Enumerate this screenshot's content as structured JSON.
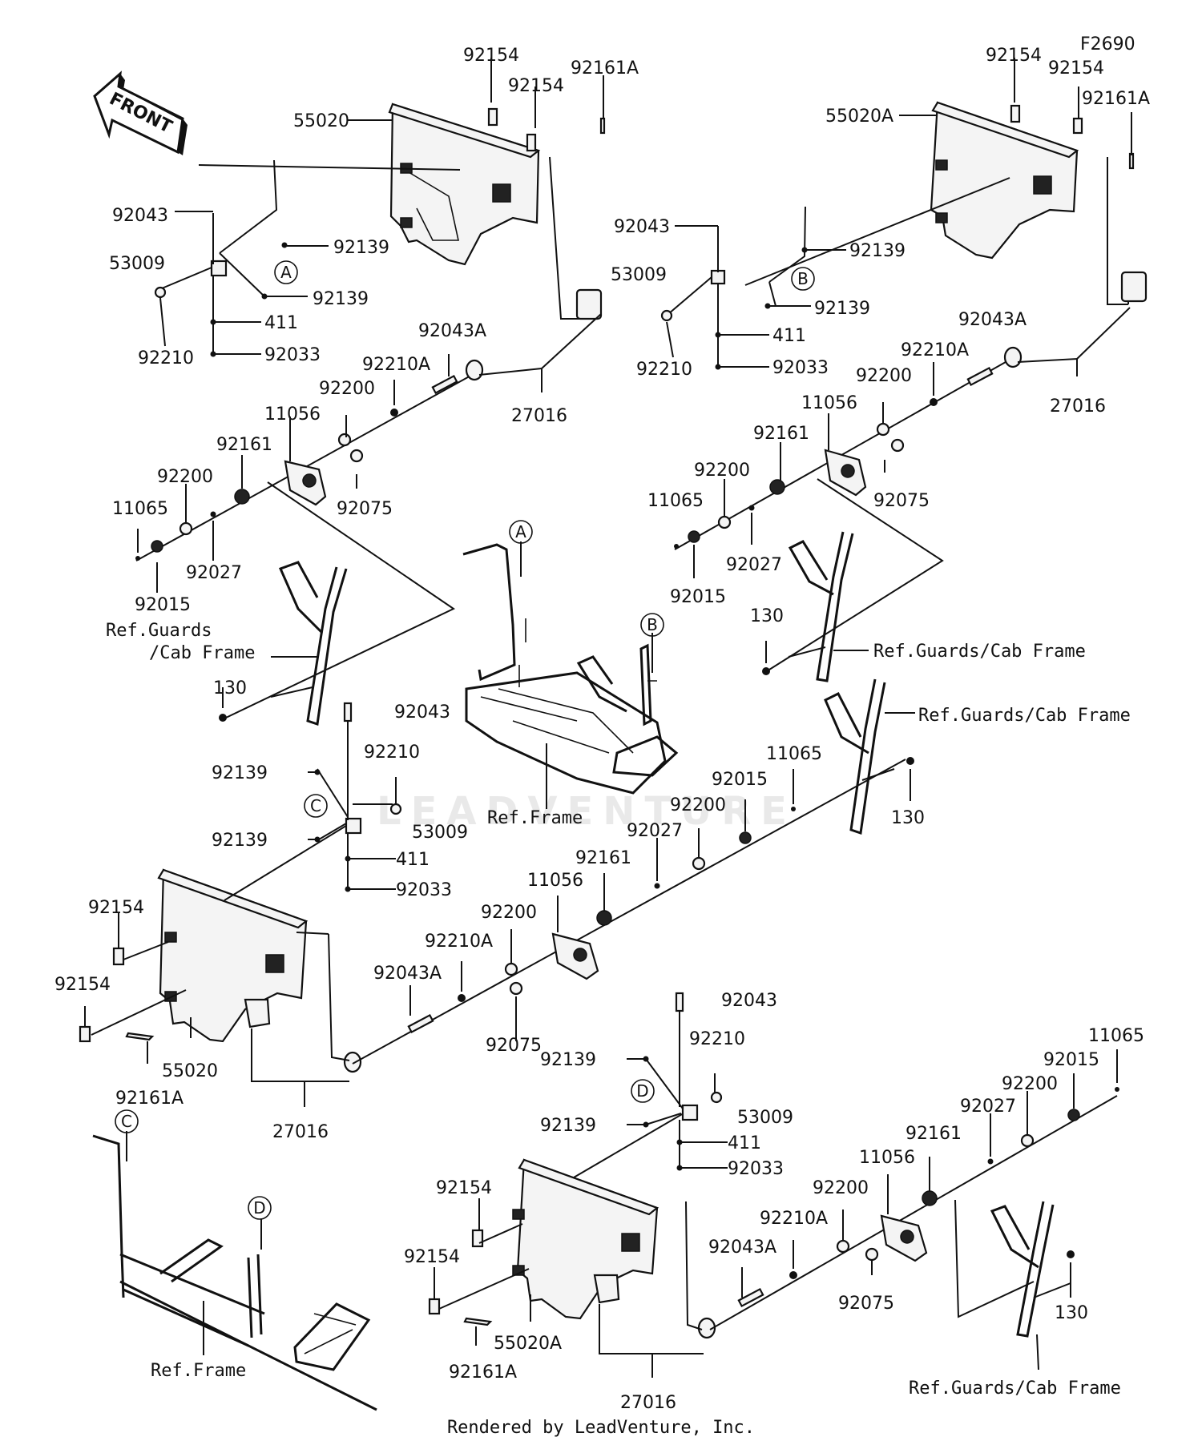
{
  "figure_id": "F2690",
  "front_label": "FRONT",
  "footer": "Rendered by LeadVenture, Inc.",
  "watermark": "LEADVENTURE",
  "callouts": [
    "A",
    "B",
    "C",
    "D"
  ],
  "refs": {
    "guards_cab_frame": "Ref.Guards/Cab Frame",
    "guards_line1": "Ref.Guards",
    "guards_line2": "/Cab Frame",
    "frame": "Ref.Frame"
  },
  "labels": {
    "q1": [
      "92154",
      "92154",
      "92161A",
      "55020",
      "92043",
      "92139",
      "53009",
      "92139",
      "92210",
      "411",
      "92033",
      "92043A",
      "92210A",
      "27016",
      "92200",
      "11056",
      "92161",
      "92200",
      "11065",
      "92027",
      "92075",
      "92015",
      "130"
    ],
    "q2": [
      "92154",
      "92154",
      "92161A",
      "55020A",
      "92043",
      "92139",
      "53009",
      "92139",
      "92210",
      "411",
      "92033",
      "92043A",
      "92210A",
      "27016",
      "92200",
      "11056",
      "92161",
      "92200",
      "11065",
      "92027",
      "92075",
      "92015",
      "130"
    ],
    "q3": [
      "92043",
      "92210",
      "92139",
      "53009",
      "92139",
      "411",
      "92033",
      "92154",
      "92154",
      "55020",
      "92161A",
      "27016",
      "11065",
      "92015",
      "92200",
      "92027",
      "92161",
      "11056",
      "92200",
      "92210A",
      "92043A",
      "92075",
      "130"
    ],
    "q4": [
      "92043",
      "92210",
      "92139",
      "53009",
      "92139",
      "411",
      "92033",
      "92154",
      "92154",
      "55020A",
      "92161A",
      "27016",
      "11065",
      "92015",
      "92200",
      "92027",
      "92161",
      "11056",
      "92200",
      "92210A",
      "92043A",
      "92075",
      "130"
    ]
  }
}
